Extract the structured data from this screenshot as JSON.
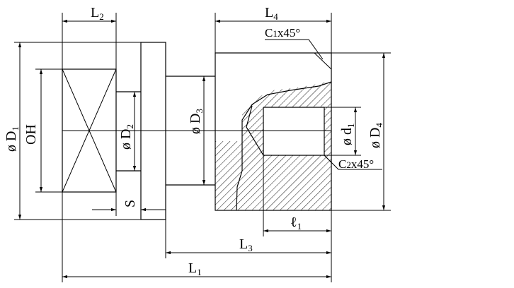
{
  "labels": {
    "l2": {
      "main": "L",
      "sub": "2"
    },
    "l4": {
      "main": "L",
      "sub": "4"
    },
    "c1": {
      "main": "C",
      "sub": "1",
      "rest": "x45°"
    },
    "c2": {
      "main": "C",
      "sub": "2",
      "rest": "x45°"
    },
    "d1_outer": {
      "main": "ø D",
      "sub": "1"
    },
    "oh": "OH",
    "d2": {
      "main": "ø D",
      "sub": "2"
    },
    "d3": {
      "main": "ø D",
      "sub": "3"
    },
    "d_small": {
      "main": "ø d",
      "sub": "1"
    },
    "d4": {
      "main": "ø D",
      "sub": "4"
    },
    "s": "S",
    "ell1": {
      "main": "ℓ",
      "sub": "1"
    },
    "l3": {
      "main": "L",
      "sub": "3"
    },
    "l1": {
      "main": "L",
      "sub": "1"
    }
  }
}
